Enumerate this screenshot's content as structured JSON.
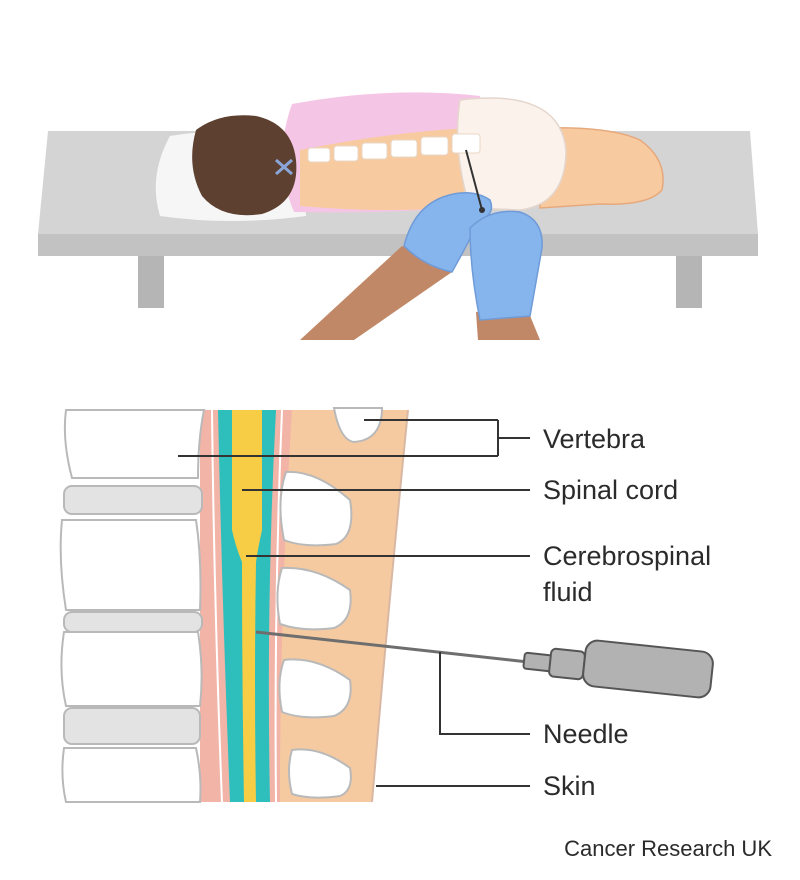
{
  "labels": {
    "vertebra": "Vertebra",
    "spinal_cord": "Spinal cord",
    "csf_line1": "Cerebrospinal",
    "csf_line2": "fluid",
    "needle": "Needle",
    "skin": "Skin"
  },
  "credit": "Cancer Research UK",
  "colors": {
    "bed": "#d4d4d4",
    "bed_legs": "#b5b5b5",
    "pillow": "#f6f6f6",
    "hair": "#5e4030",
    "shirt": "#f5c5e6",
    "skin_light": "#f8caa0",
    "skin_dark": "#c08866",
    "glove": "#86b4ec",
    "spinal_cord": "#f7cd45",
    "csf": "#2ebfbc",
    "membrane": "#f2b4a7",
    "tissue": "#f6caa0",
    "bone": "#ffffff",
    "disc": "#e3e3e3",
    "syringe": "#b2b2b2"
  }
}
